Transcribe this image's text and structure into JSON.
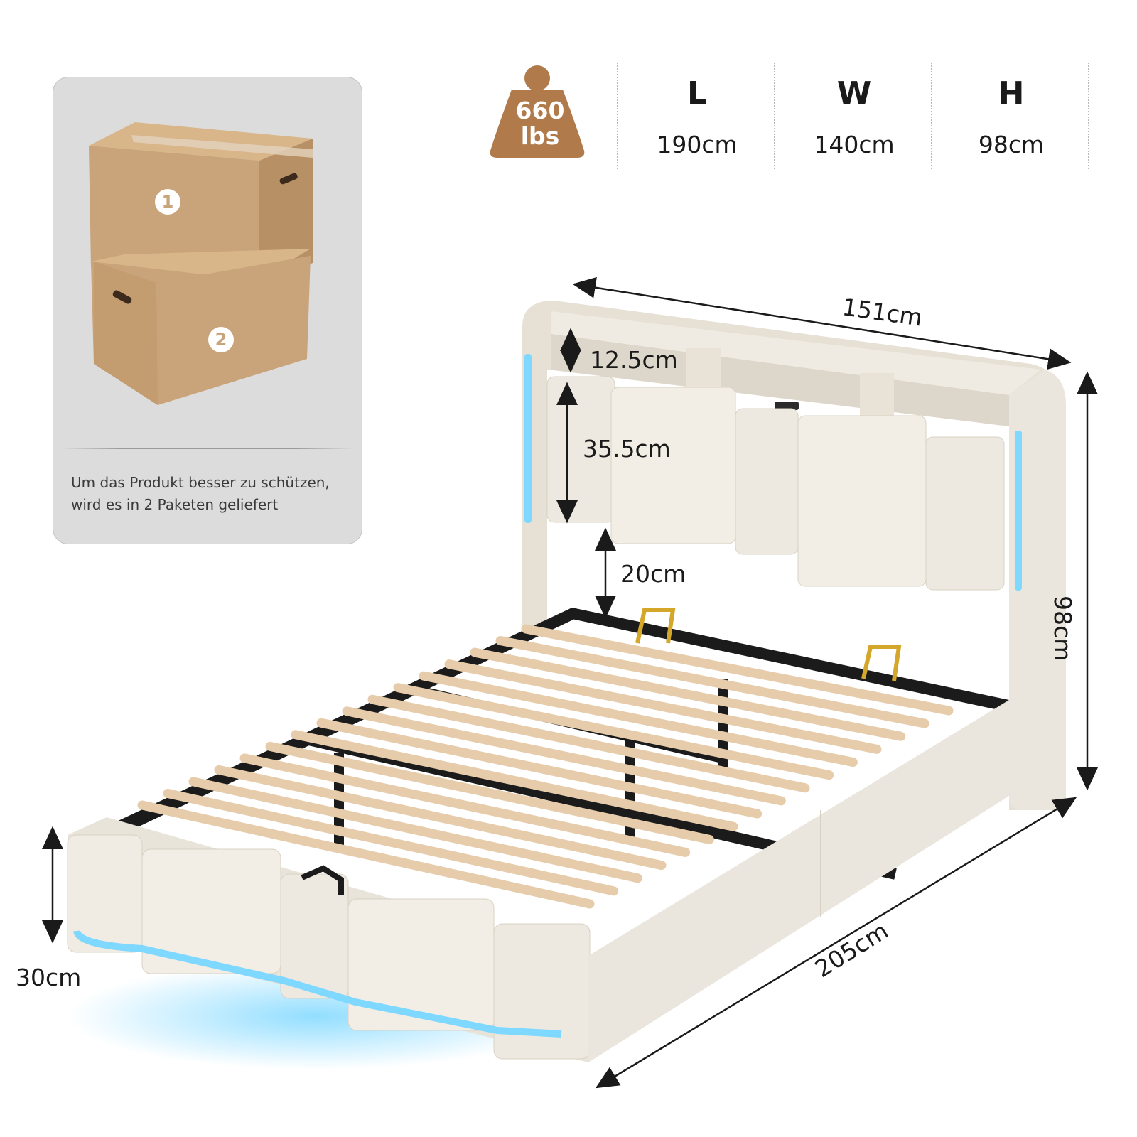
{
  "package": {
    "note_line1": "Um das Produkt besser zu schützen,",
    "note_line2": "wird es in 2 Paketen geliefert",
    "boxes": [
      {
        "number": "1"
      },
      {
        "number": "2"
      }
    ],
    "box_color": "#c9a47a"
  },
  "specs": {
    "weight_value": "660",
    "weight_unit": "lbs",
    "weight_icon": "weight-icon",
    "weight_color": "#b07a4a",
    "items": [
      {
        "letter": "L",
        "value": "190cm"
      },
      {
        "letter": "W",
        "value": "140cm"
      },
      {
        "letter": "H",
        "value": "98cm"
      }
    ]
  },
  "dimensions": {
    "headboard_width": "151cm",
    "shelf_height": "12.5cm",
    "cushion_height": "35.5cm",
    "clearance": "20cm",
    "total_height": "98cm",
    "length": "205cm",
    "side_height": "30cm"
  },
  "colors": {
    "fabric": "#ede8df",
    "led": "#7fd8ff",
    "slat": "#e6ccaa",
    "frame": "#1b1b1b",
    "handle": "#d4a62a"
  }
}
